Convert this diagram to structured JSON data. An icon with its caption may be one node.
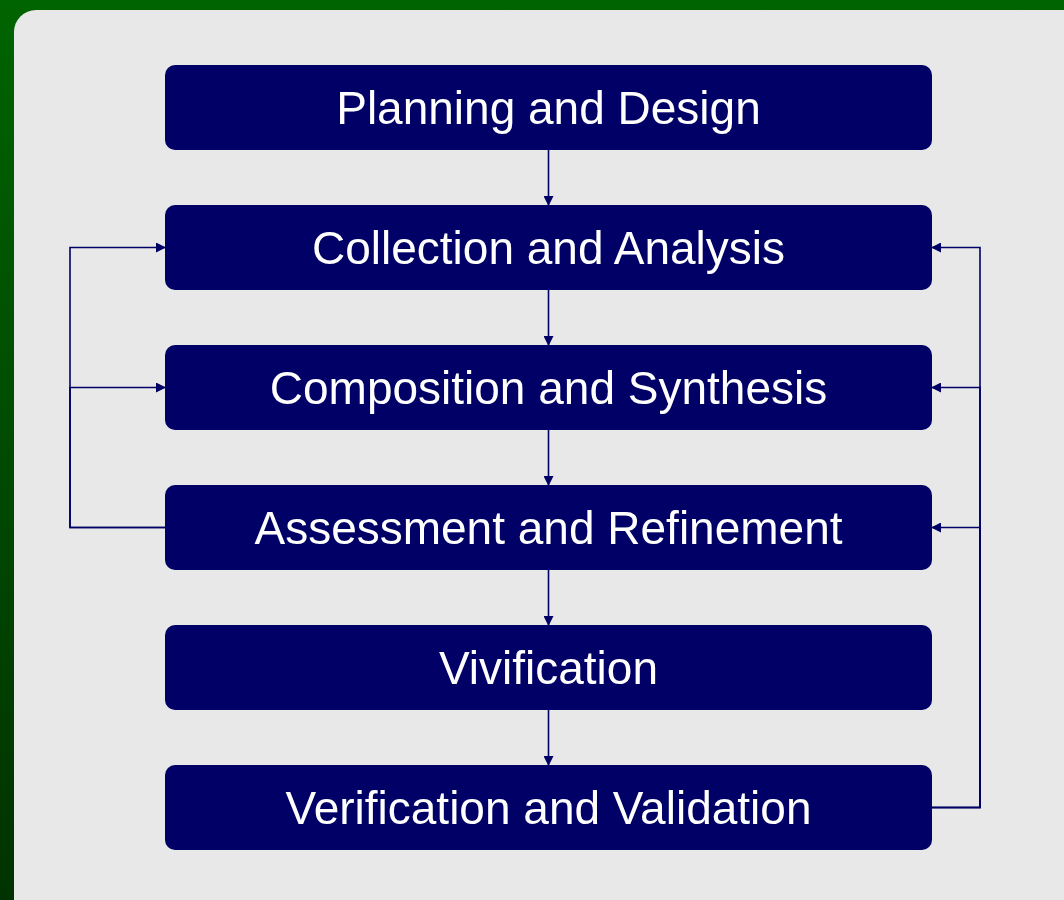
{
  "diagram": {
    "nodes": [
      {
        "text": [
          "Planning and Design"
        ]
      },
      {
        "text": [
          "Collection and Analysis"
        ]
      },
      {
        "text": [
          "Composition and Synthesis"
        ]
      },
      {
        "text": [
          "Assessment and Refinement"
        ]
      },
      {
        "text": [
          "Vivification"
        ]
      },
      {
        "text": [
          "Verification and Validation"
        ]
      }
    ],
    "edges": [
      {
        "from": 0,
        "to": 1,
        "arrow": "to"
      },
      {
        "from": 1,
        "to": 2,
        "arrow": "to"
      },
      {
        "from": 2,
        "to": 3,
        "arrow": "to"
      },
      {
        "from": 3,
        "to": 4,
        "arrow": "to"
      },
      {
        "from": 4,
        "to": 5,
        "arrow": "to"
      },
      {
        "from": 3,
        "to": 1,
        "arrow": "to"
      },
      {
        "from": 3,
        "to": 2,
        "arrow": "to"
      },
      {
        "from": 5,
        "to": 3,
        "arrow": "to"
      },
      {
        "from": 5,
        "to": 2,
        "arrow": "to"
      },
      {
        "from": 5,
        "to": 1,
        "arrow": "to"
      }
    ]
  }
}
